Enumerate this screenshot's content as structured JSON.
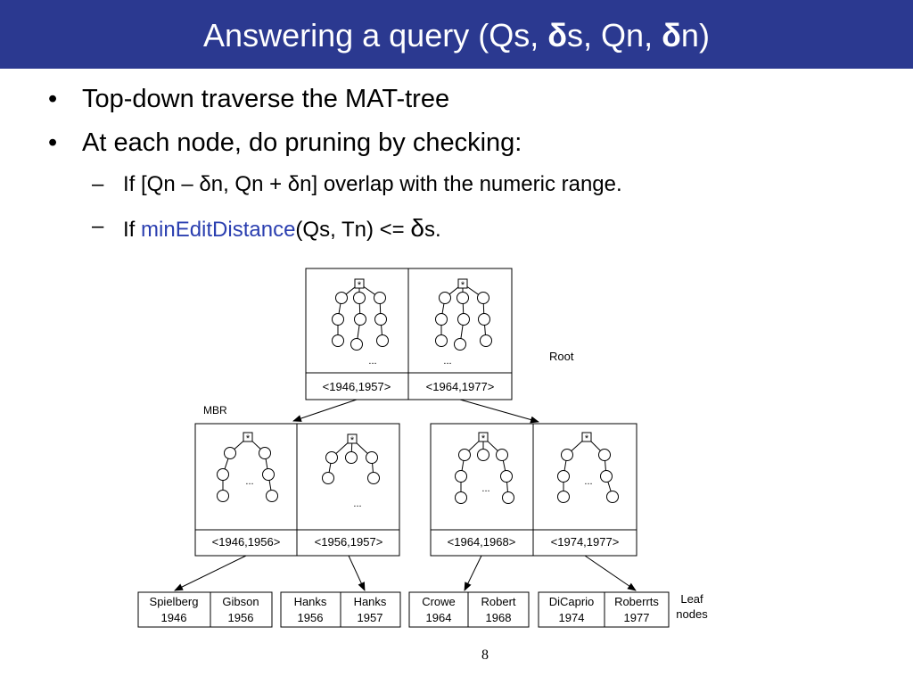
{
  "slide": {
    "title_parts": [
      "Answering a query (Qs, ",
      "δ",
      "s, Qn, ",
      "δ",
      "n)"
    ],
    "bullets": [
      "Top-down traverse the MAT-tree",
      "At each node, do pruning by checking:"
    ],
    "sub_bullets": {
      "first": "If [Qn – δn, Qn + δn] overlap with the numeric range.",
      "second_prefix": "If ",
      "second_function": "minEditDistance",
      "second_args": "(Qs, Tn) <= ",
      "second_delta": "δ",
      "second_suffix": "s."
    },
    "page_number": "8"
  },
  "diagram": {
    "root_label": "Root",
    "mbr_label": "MBR",
    "leaf_label_line1": "Leaf",
    "leaf_label_line2": "nodes",
    "root_node": {
      "ranges": [
        "<1946,1957>",
        "<1964,1977>"
      ],
      "ellipsis": [
        "...",
        "..."
      ]
    },
    "internal_nodes": [
      {
        "ranges": [
          "<1946,1956>",
          "<1956,1957>"
        ],
        "ellipsis": [
          "...",
          "..."
        ]
      },
      {
        "ranges": [
          "<1964,1968>",
          "<1974,1977>"
        ],
        "ellipsis": [
          "...",
          "..."
        ]
      }
    ],
    "tree_root_symbol": "*",
    "leaves": [
      {
        "name": "Spielberg",
        "year": "1946"
      },
      {
        "name": "Gibson",
        "year": "1956"
      },
      {
        "name": "Hanks",
        "year": "1956"
      },
      {
        "name": "Hanks",
        "year": "1957"
      },
      {
        "name": "Crowe",
        "year": "1964"
      },
      {
        "name": "Robert",
        "year": "1968"
      },
      {
        "name": "DiCaprio",
        "year": "1974"
      },
      {
        "name": "Roberrts",
        "year": "1977"
      }
    ]
  }
}
